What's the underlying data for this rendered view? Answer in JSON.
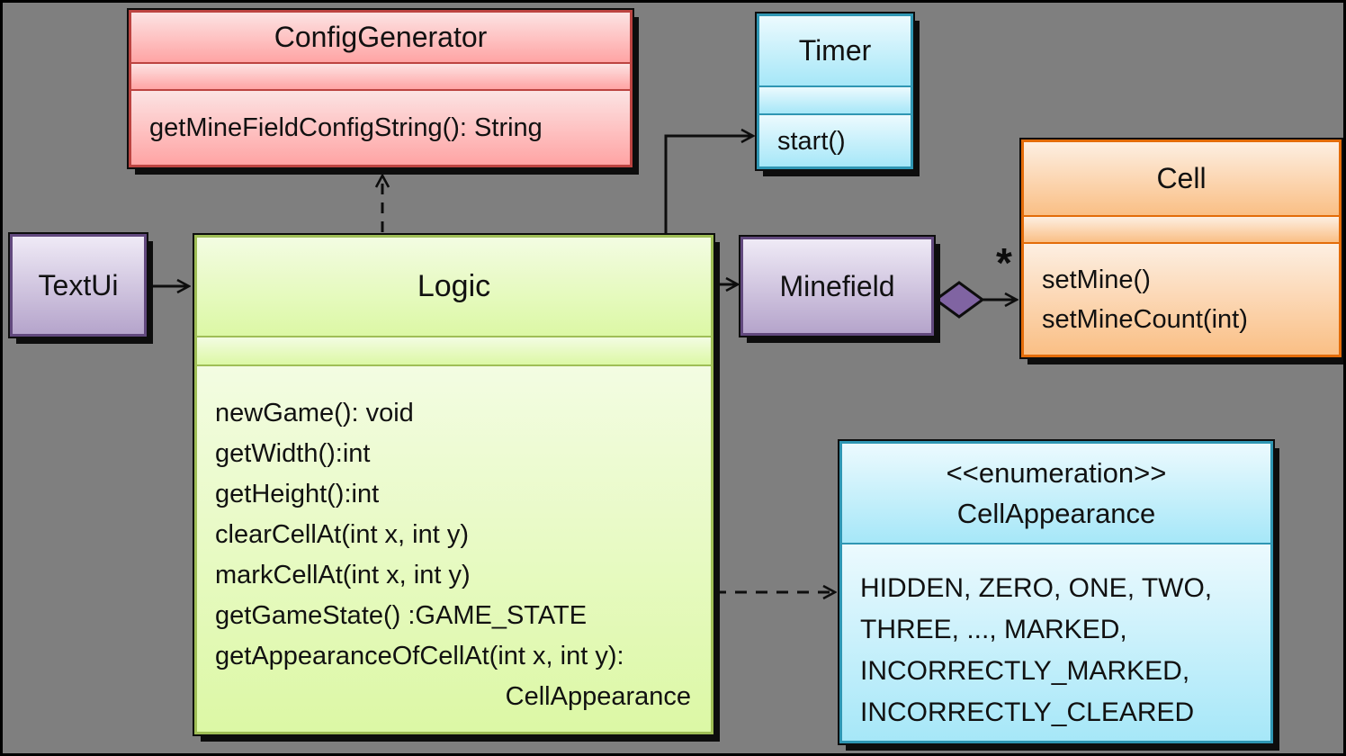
{
  "diagram": {
    "type": "uml-class-diagram",
    "background_color": "#7f7f7f",
    "classes": {
      "config_generator": {
        "title": "ConfigGenerator",
        "methods": [
          "getMineFieldConfigString(): String"
        ],
        "theme_color": "#bc4441"
      },
      "timer": {
        "title": "Timer",
        "methods": [
          "start()"
        ],
        "theme_color": "#2f96b3"
      },
      "cell": {
        "title": "Cell",
        "methods": [
          "setMine()",
          "setMineCount(int)"
        ],
        "theme_color": "#e36c09"
      },
      "textui": {
        "title": "TextUi",
        "theme_color": "#62497e"
      },
      "logic": {
        "title": "Logic",
        "methods": [
          "newGame(): void",
          "getWidth():int",
          "getHeight():int",
          "clearCellAt(int x, int y)",
          "markCellAt(int x, int y)",
          "getGameState() :GAME_STATE",
          "getAppearanceOfCellAt(int x, int y):",
          "CellAppearance"
        ],
        "theme_color": "#9fbe56"
      },
      "minefield": {
        "title": "Minefield",
        "theme_color": "#62497e"
      },
      "cell_appearance": {
        "stereotype": "<<enumeration>>",
        "title": "CellAppearance",
        "values": [
          "HIDDEN, ZERO, ONE, TWO,",
          "THREE, ..., MARKED,",
          "INCORRECTLY_MARKED,",
          "INCORRECTLY_CLEARED"
        ],
        "theme_color": "#2f96b3"
      }
    },
    "relations": {
      "textui_to_logic": "association",
      "logic_to_configgenerator": "dependency (dashed)",
      "logic_to_timer": "association",
      "logic_to_minefield": "association",
      "minefield_to_cell": "aggregation (diamond)",
      "minefield_cell_multiplicity": "*",
      "logic_to_cellappearance": "dependency (dashed)",
      "diamond_fill": "#8064a2"
    }
  }
}
